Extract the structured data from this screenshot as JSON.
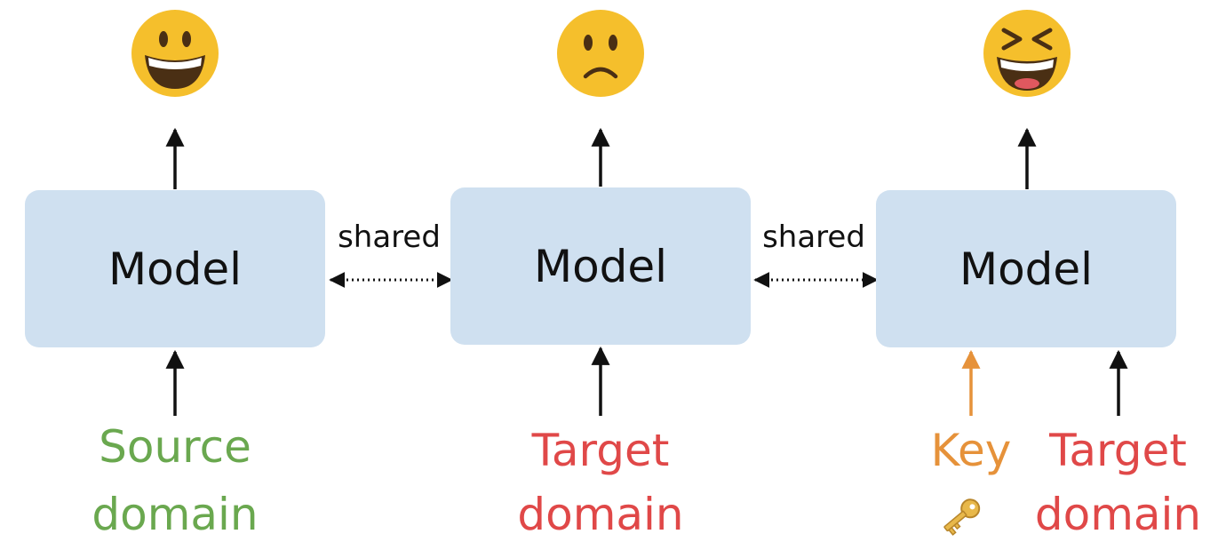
{
  "colors": {
    "box_fill": "#cfe0f0",
    "arrow": "#111111",
    "source": "#6aa84f",
    "target": "#e04848",
    "key": "#e6923a",
    "emoji_face": "#f5bf2c"
  },
  "models": [
    {
      "label": "Model",
      "output_emoji": "grinning-face-icon"
    },
    {
      "label": "Model",
      "output_emoji": "slightly-frowning-face-icon"
    },
    {
      "label": "Model",
      "output_emoji": "squinting-laughing-face-icon"
    }
  ],
  "links": [
    {
      "label": "shared"
    },
    {
      "label": "shared"
    }
  ],
  "inputs": {
    "source": {
      "line1": "Source",
      "line2": "domain"
    },
    "target_mid": {
      "line1": "Target",
      "line2": "domain"
    },
    "key": {
      "label": "Key",
      "icon": "key-icon"
    },
    "target_right": {
      "line1": "Target",
      "line2": "domain"
    }
  }
}
